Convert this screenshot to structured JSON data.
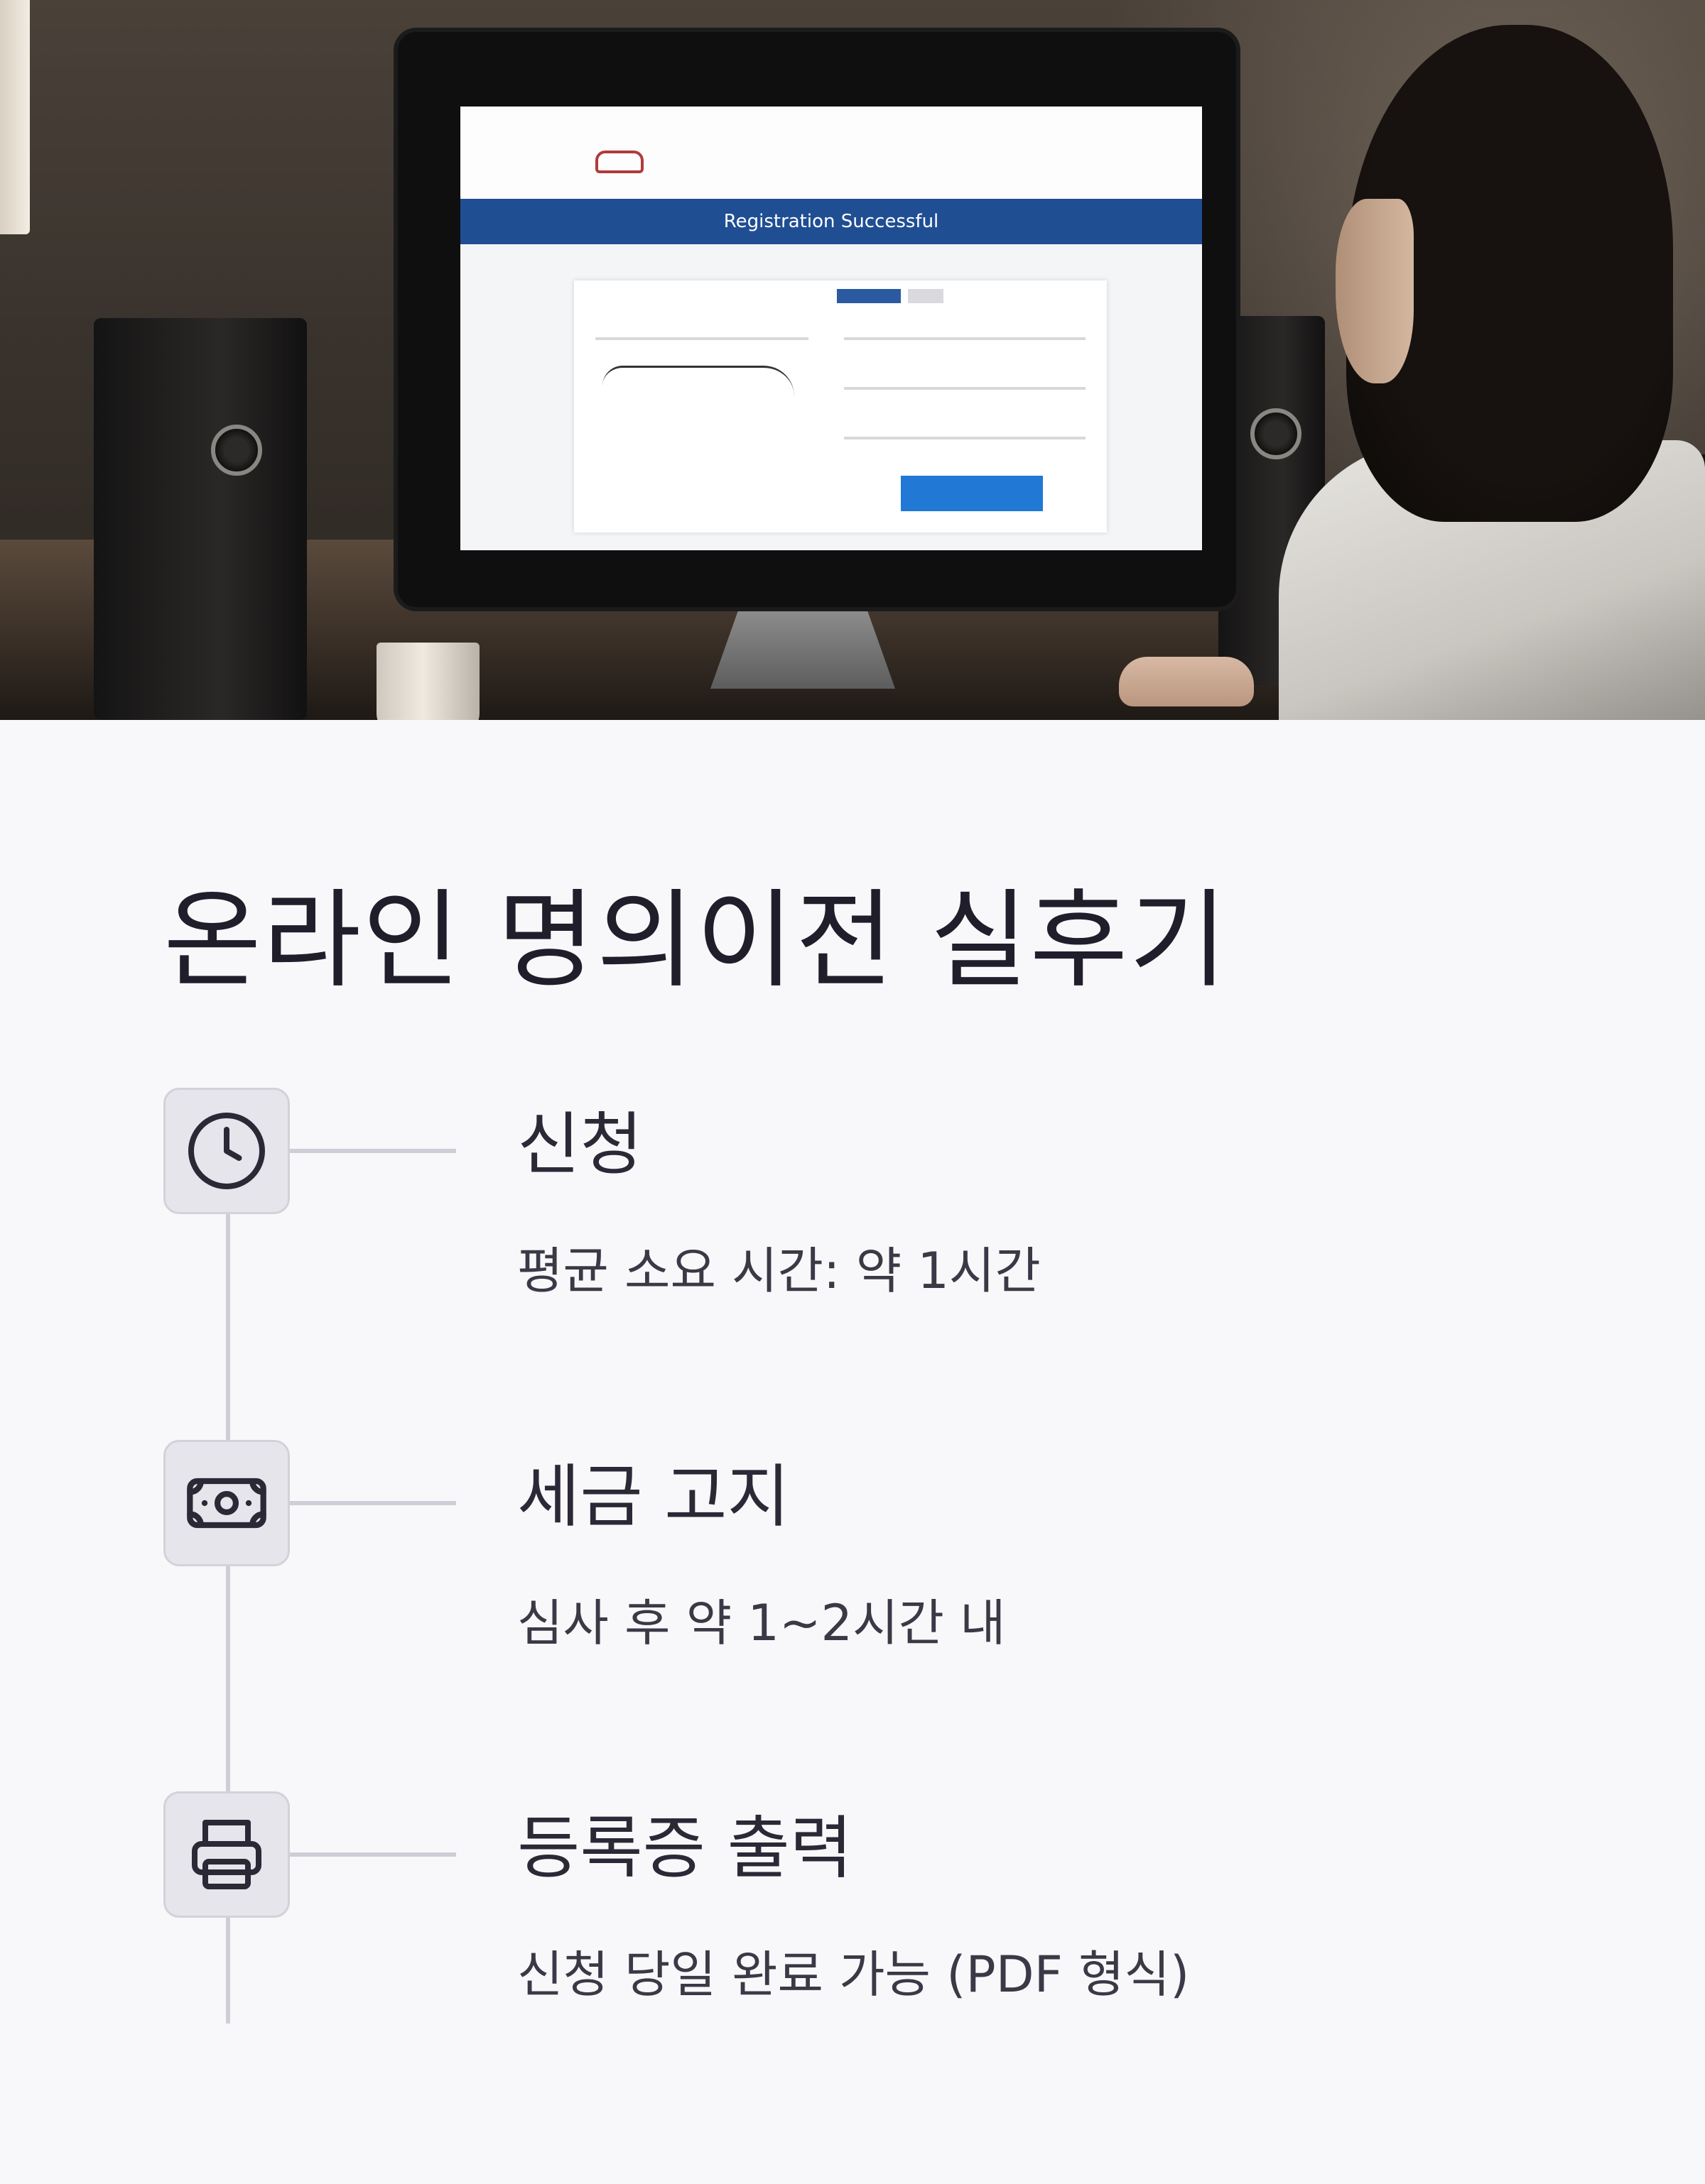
{
  "photo": {
    "screen_banner": "Registration Successful"
  },
  "title": "온라인 명의이전 실후기",
  "steps": [
    {
      "icon": "clock-icon",
      "title": "신청",
      "desc": "평균 소요 시간: 약 1시간"
    },
    {
      "icon": "banknote-icon",
      "title": "세금 고지",
      "desc": "심사 후 약 1~2시간 내"
    },
    {
      "icon": "printer-icon",
      "title": "등록증 출력",
      "desc": "신청 당일 완료 가능 (PDF 형식)"
    }
  ],
  "colors": {
    "background": "#f8f8fb",
    "icon_box": "#e6e5ec",
    "rail": "#cfced6",
    "text": "#24232e",
    "screen_banner": "#1f4e93",
    "screen_button": "#2178d5"
  }
}
